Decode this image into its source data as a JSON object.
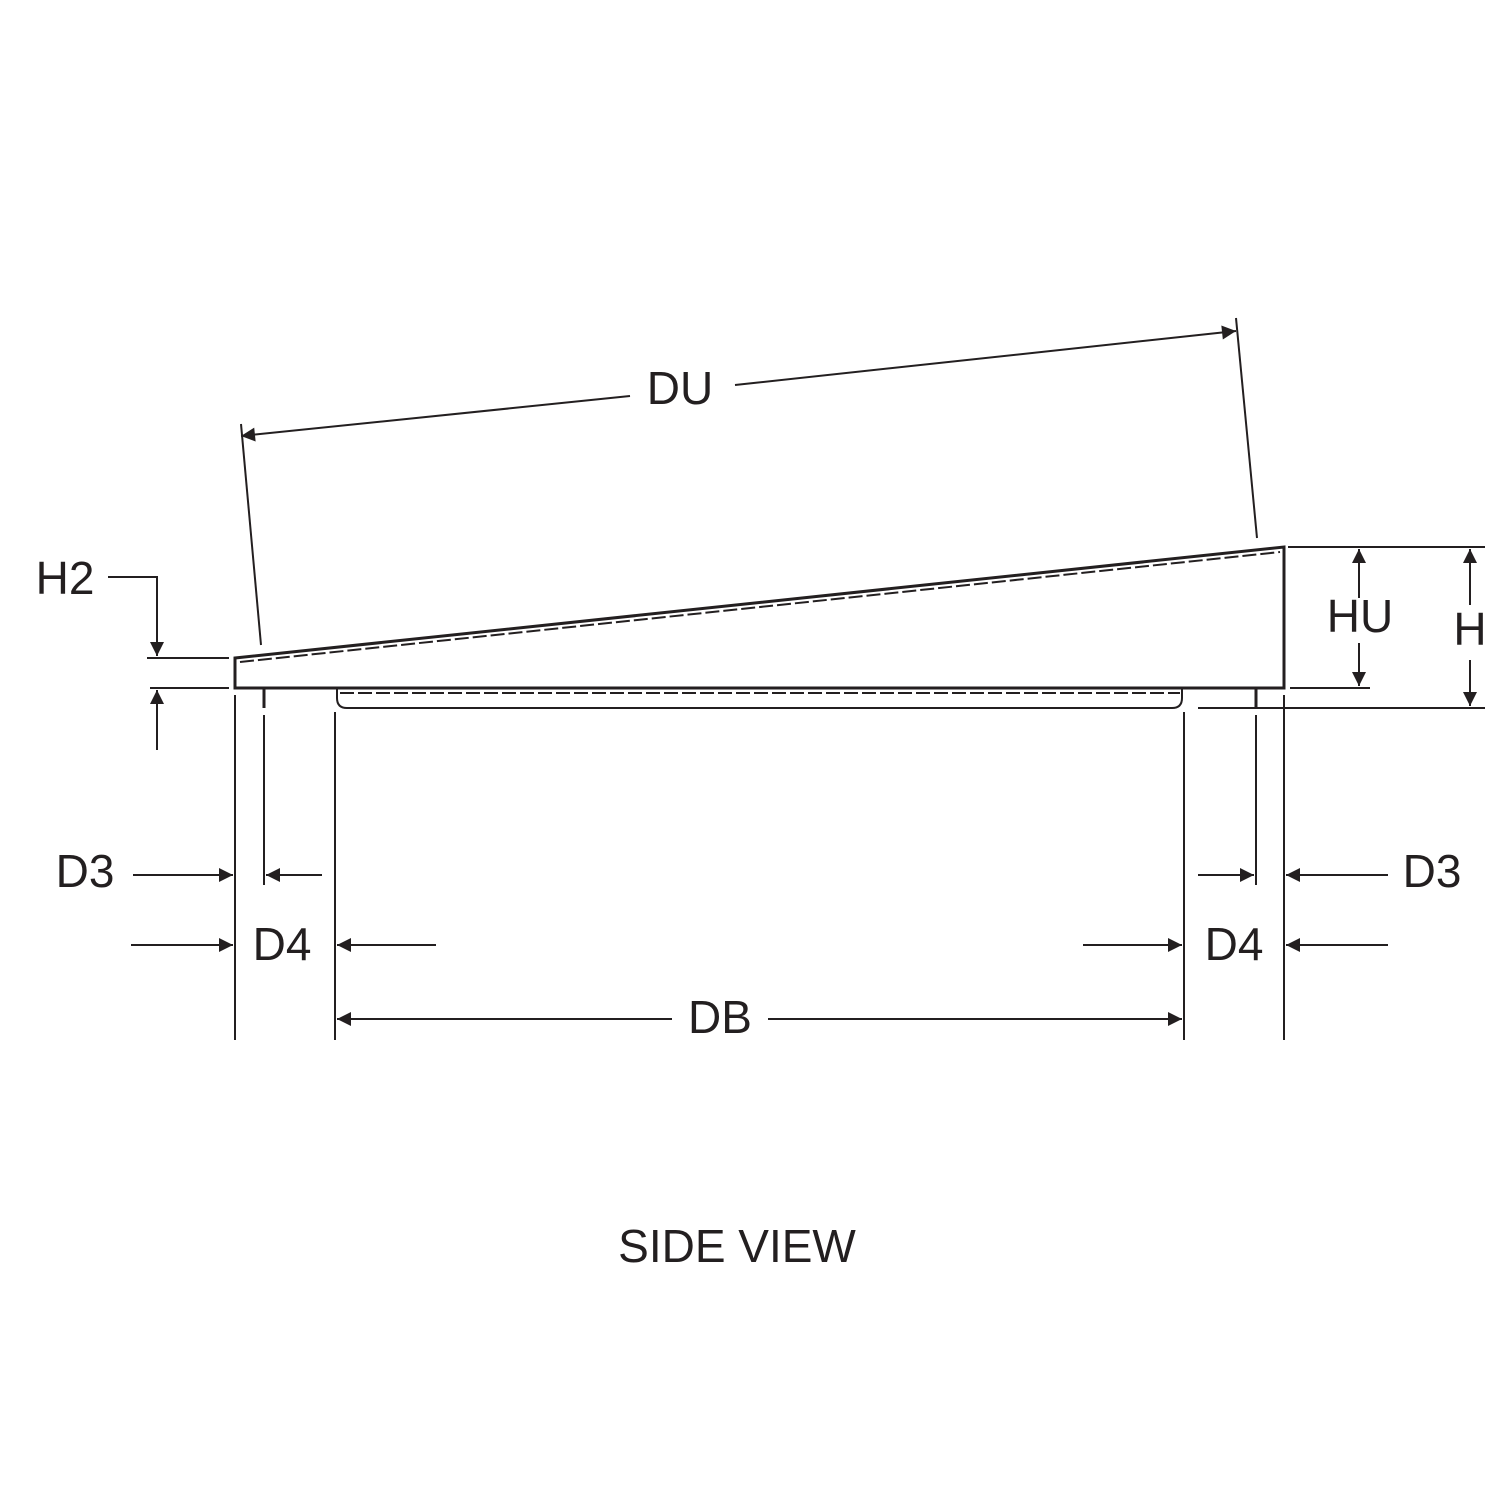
{
  "title": "SIDE VIEW",
  "labels": {
    "du": "DU",
    "h2": "H2",
    "hu": "HU",
    "h": "H",
    "d3_left": "D3",
    "d3_right": "D3",
    "d4_left": "D4",
    "d4_right": "D4",
    "db": "DB"
  },
  "colors": {
    "line": "#231f20",
    "background": "#ffffff"
  }
}
